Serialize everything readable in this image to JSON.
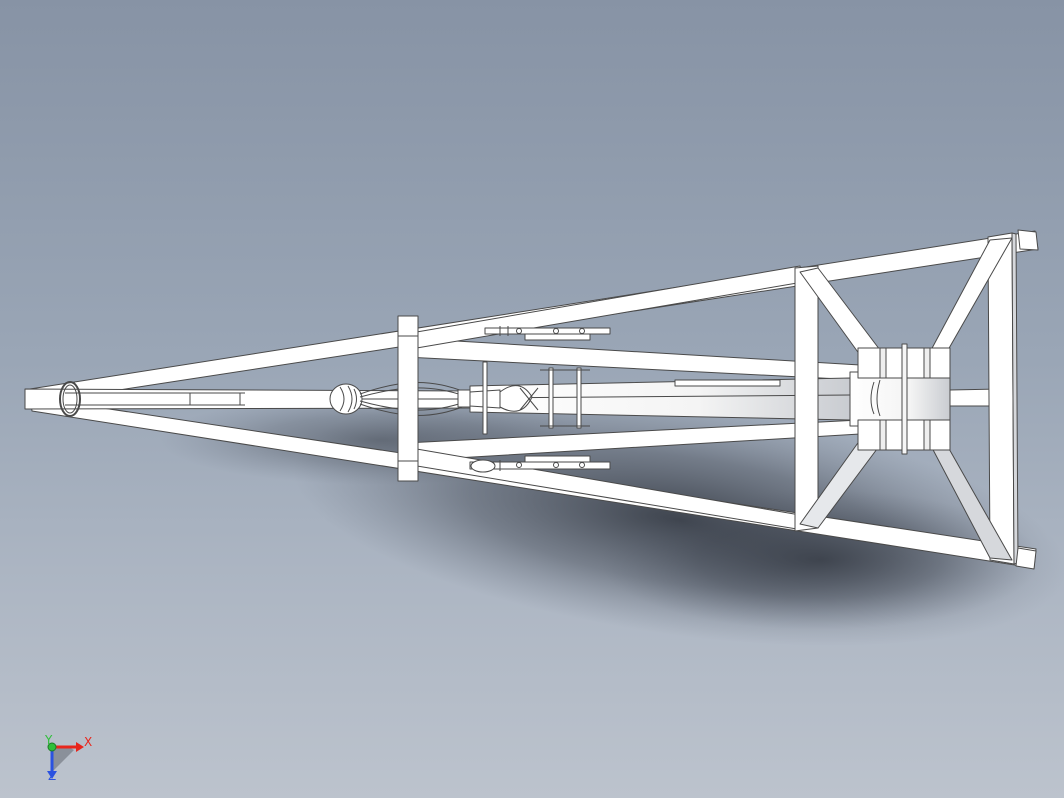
{
  "viewport": {
    "model": "trebuchet-frame-assembly",
    "view": "top"
  },
  "triad": {
    "x_label": "X",
    "y_label": "Y",
    "z_label": "Z",
    "colors": {
      "x": "#e8261c",
      "y": "#2fbf3a",
      "z": "#2a52e0"
    }
  },
  "colors": {
    "part_fill": "#ffffff",
    "part_edge": "#4a4a4a",
    "part_shade": "#d6d8dc",
    "background_top": "#8793a5",
    "background_bottom": "#bcc3cd"
  }
}
